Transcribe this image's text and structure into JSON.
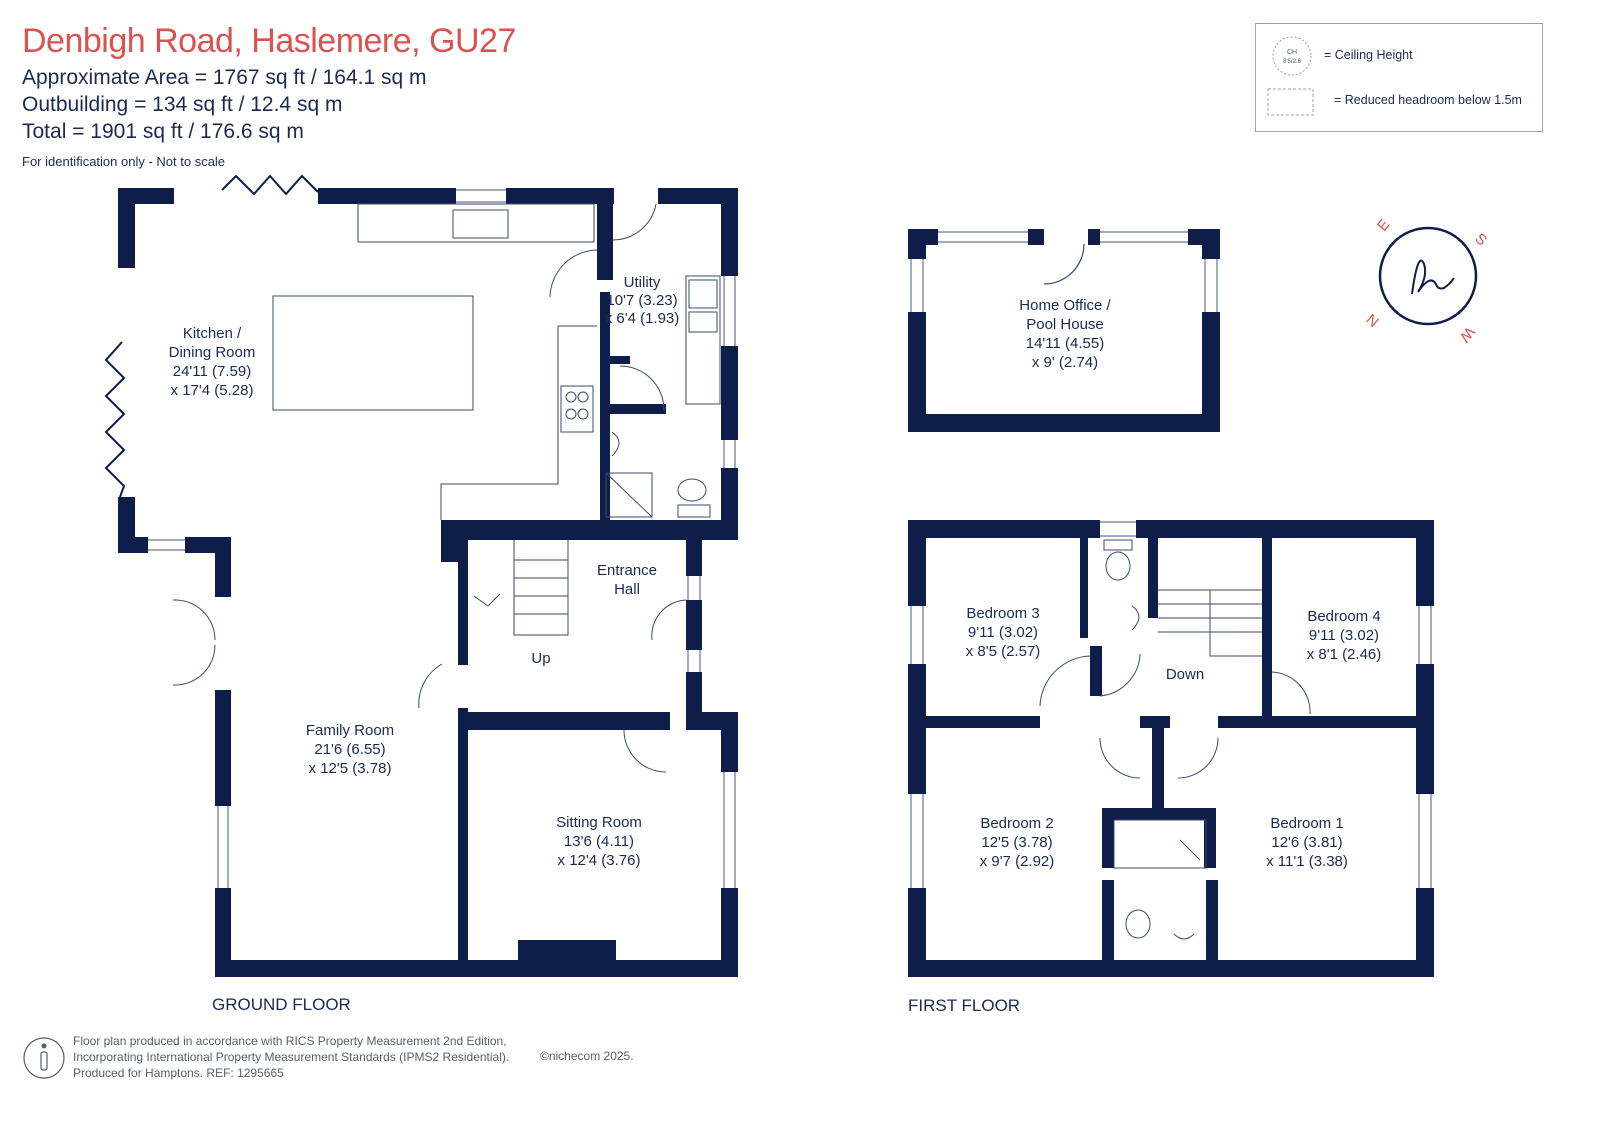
{
  "header": {
    "title": "Denbigh Road, Haslemere, GU27",
    "area": "Approximate Area = 1767 sq ft / 164.1 sq m",
    "outbuilding": "Outbuilding = 134 sq ft / 12.4 sq m",
    "total": "Total = 1901 sq ft / 176.6 sq m",
    "note": "For identification only - Not to scale"
  },
  "legend": {
    "ceiling_badge_top": "CH",
    "ceiling_badge_bottom": "8'5/2.6",
    "ceiling_label": "= Ceiling Height",
    "reduced_label": "= Reduced headroom below 1.5m"
  },
  "compass": {
    "letters": [
      "S",
      "W",
      "N",
      "E"
    ]
  },
  "floors": {
    "ground": "GROUND FLOOR",
    "first": "FIRST FLOOR"
  },
  "rooms": {
    "kitchen": [
      "Kitchen /",
      "Dining Room",
      "24'11 (7.59)",
      "x 17'4 (5.28)"
    ],
    "utility": [
      "Utility",
      "10'7 (3.23)",
      "x 6'4 (1.93)"
    ],
    "entrance": [
      "Entrance",
      "Hall"
    ],
    "up": "Up",
    "family": [
      "Family Room",
      "21'6 (6.55)",
      "x 12'5 (3.78)"
    ],
    "sitting": [
      "Sitting Room",
      "13'6 (4.11)",
      "x 12'4 (3.76)"
    ],
    "office": [
      "Home Office /",
      "Pool House",
      "14'11 (4.55)",
      "x 9' (2.74)"
    ],
    "bedroom3": [
      "Bedroom 3",
      "9'11 (3.02)",
      "x 8'5 (2.57)"
    ],
    "bedroom4": [
      "Bedroom 4",
      "9'11 (3.02)",
      "x 8'1 (2.46)"
    ],
    "down": "Down",
    "bedroom2": [
      "Bedroom 2",
      "12'5 (3.78)",
      "x 9'7 (2.92)"
    ],
    "bedroom1": [
      "Bedroom 1",
      "12'6 (3.81)",
      "x 11'1 (3.38)"
    ]
  },
  "footer": {
    "line1": "Floor plan produced in accordance with RICS Property Measurement 2nd Edition,",
    "line2": "Incorporating International Property Measurement Standards (IPMS2 Residential).",
    "line3": "Produced for Hamptons.   REF:  1295665",
    "copyright": "©nichecom 2025."
  },
  "colors": {
    "wall": "#0f1d4a",
    "title": "#d9534f",
    "text": "#1a2a52"
  }
}
